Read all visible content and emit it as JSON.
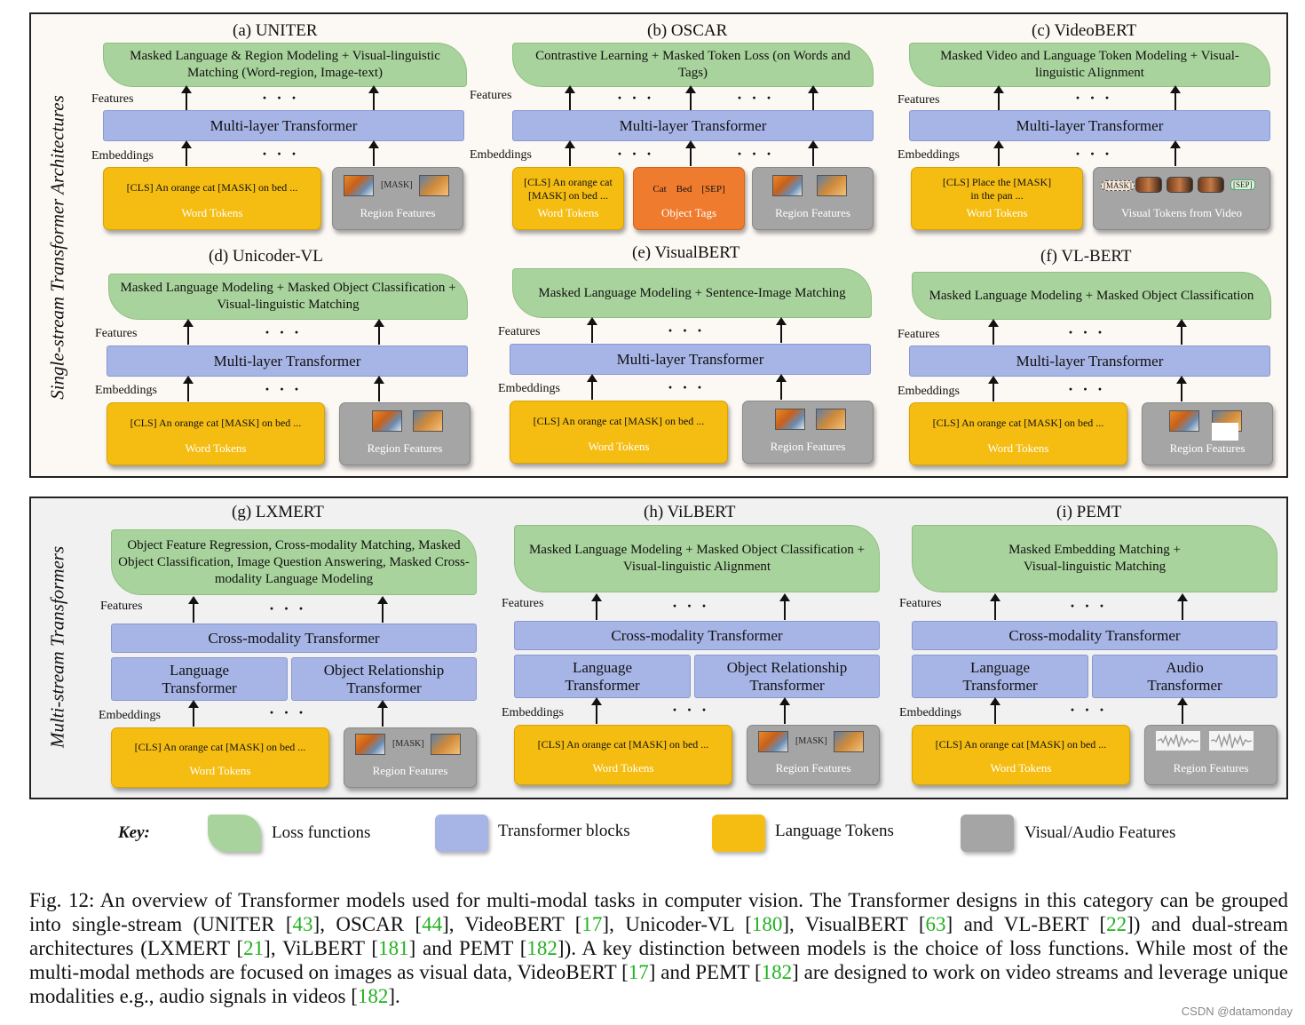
{
  "labels": {
    "single_stream": "Single-stream Transformer Architectures",
    "multi_stream": "Multi-stream Transformers",
    "features": "Features",
    "embeddings": "Embeddings",
    "dots": "· · ·",
    "multilayer": "Multi-layer Transformer",
    "crossmodality": "Cross-modality Transformer",
    "word_tokens": "Word Tokens",
    "region_features": "Region Features",
    "mask": "[MASK]",
    "cls_sentence": "[CLS] An orange cat [MASK] on bed ..."
  },
  "panels": {
    "a": {
      "title": "(a) UNITER",
      "loss": "Masked Language & Region Modeling + Visual-linguistic Matching (Word-region, Image-text)"
    },
    "b": {
      "title": "(b) OSCAR",
      "loss": "Contrastive Learning + Masked Token Loss (on Words and Tags)",
      "word_text": "[CLS] An orange cat [MASK] on bed ...",
      "tags_text": "Cat    Bed    [SEP]",
      "tags_caption": "Object Tags"
    },
    "c": {
      "title": "(c) VideoBERT",
      "loss": "Masked Video and Language Token Modeling + Visual-linguistic Alignment",
      "word_text": "[CLS] Place the [MASK] in the pan ...",
      "video_caption": "Visual Tokens from Video",
      "sep": "[SEP]"
    },
    "d": {
      "title": "(d) Unicoder-VL",
      "loss": "Masked Language Modeling + Masked Object Classification + Visual-linguistic Matching"
    },
    "e": {
      "title": "(e) VisualBERT",
      "loss": "Masked Language Modeling + Sentence-Image Matching"
    },
    "f": {
      "title": "(f) VL-BERT",
      "loss": "Masked Language Modeling + Masked Object Classification"
    },
    "g": {
      "title": "(g) LXMERT",
      "loss": "Object Feature Regression, Cross-modality Matching, Masked Object Classification, Image Question Answering, Masked Cross-modality Language Modeling",
      "left_block": "Language Transformer",
      "right_block": "Object Relationship Transformer"
    },
    "h": {
      "title": "(h) ViLBERT",
      "loss": "Masked Language Modeling + Masked Object Classification + Visual-linguistic Alignment",
      "left_block": "Language Transformer",
      "right_block": "Object Relationship Transformer"
    },
    "i": {
      "title": "(i) PEMT",
      "loss": "Masked Embedding Matching + Visual-linguistic Matching",
      "left_block": "Language Transformer",
      "right_block": "Audio Transformer"
    }
  },
  "key": {
    "label": "Key:",
    "items": [
      {
        "label": "Loss functions",
        "color": "#a9d39c"
      },
      {
        "label": "Transformer blocks",
        "color": "#a7b5e6"
      },
      {
        "label": "Language Tokens",
        "color": "#f5bd12"
      },
      {
        "label": "Visual/Audio Features",
        "color": "#a5a5a5"
      }
    ]
  },
  "caption": {
    "p1": "Fig. 12: An overview of Transformer models used for multi-modal tasks in computer vision. The Transformer designs in this category can be grouped into single-stream (UNITER [",
    "r43": "43",
    "p2": "], OSCAR [",
    "r44": "44",
    "p3": "], VideoBERT [",
    "r17": "17",
    "p4": "], Unicoder-VL [",
    "r180": "180",
    "p5": "], VisualBERT [",
    "r63": "63",
    "p6": "] and VL-BERT [",
    "r22": "22",
    "p7": "]) and dual-stream architectures (LXMERT [",
    "r21": "21",
    "p8": "], ViLBERT [",
    "r181": "181",
    "p9": "] and PEMT [",
    "r182": "182",
    "p10": "]). A key distinction between models is the choice of loss functions. While most of the multi-modal methods are focused on images as visual data, VideoBERT [",
    "p11": "] and PEMT [",
    "p12": "] are designed to work on video streams and leverage unique modalities e.g., audio signals in videos [",
    "p13": "]."
  },
  "watermark": "CSDN @datamonday"
}
